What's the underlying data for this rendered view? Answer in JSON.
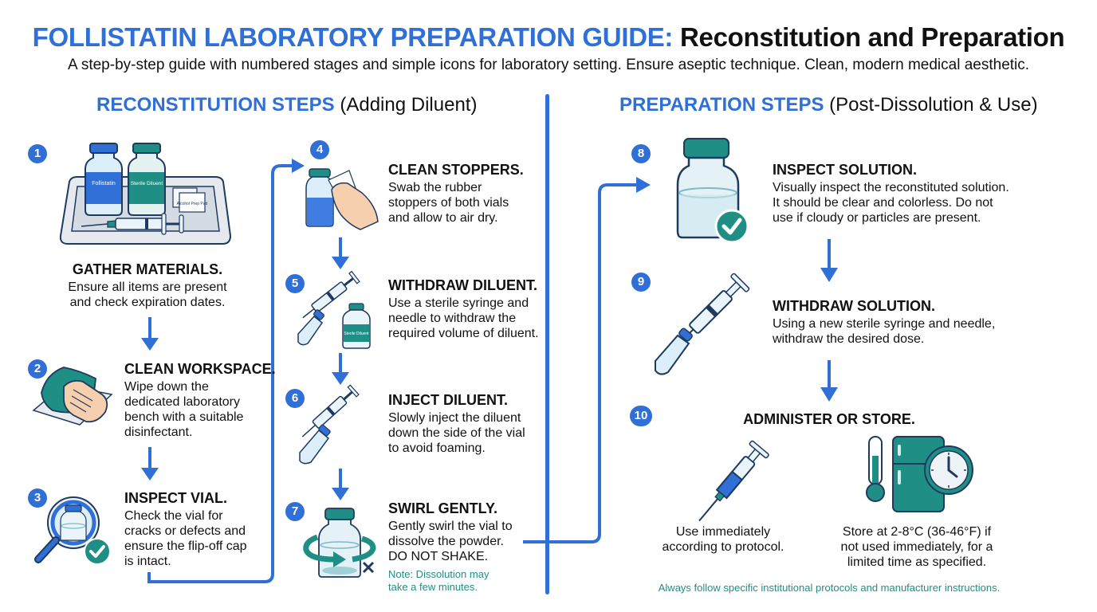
{
  "header": {
    "title_blue": "FOLLISTATIN LABORATORY PREPARATION GUIDE:",
    "title_black": "Reconstitution and Preparation",
    "subtitle": "A step-by-step guide with numbered stages and simple icons for laboratory setting. Ensure aseptic technique. Clean, modern medical aesthetic."
  },
  "sections": {
    "reconstitution": {
      "label_bold": "RECONSTITUTION STEPS",
      "label_plain": "(Adding Diluent)"
    },
    "preparation": {
      "label_bold": "PREPARATION STEPS",
      "label_plain": "(Post-Dissolution & Use)"
    }
  },
  "colors": {
    "accent_blue": "#2f6fd6",
    "teal": "#1f8f85",
    "dark_navy": "#1e3a5f"
  },
  "steps": [
    {
      "number": "1",
      "title": "GATHER MATERIALS.",
      "lines": [
        "Ensure all items are present",
        "and check expiration dates."
      ],
      "icon": "materials-tray-icon",
      "icon_labels": {
        "vial_a": "Follistatin",
        "vial_b": "Sterile Diluent",
        "pad": "Alcohol Prep Pad"
      }
    },
    {
      "number": "2",
      "title": "CLEAN WORKSPACE.",
      "lines": [
        "Wipe down the",
        "dedicated laboratory",
        "bench with a suitable",
        "disinfectant."
      ],
      "icon": "wipe-hand-icon"
    },
    {
      "number": "3",
      "title": "INSPECT VIAL.",
      "lines": [
        "Check the vial for",
        "cracks or defects and",
        "ensure the flip-off cap",
        "is intact."
      ],
      "icon": "magnifier-vial-icon"
    },
    {
      "number": "4",
      "title": "CLEAN STOPPERS.",
      "lines": [
        "Swab the rubber",
        "stoppers of both vials",
        "and allow to air dry."
      ],
      "icon": "swab-vial-icon"
    },
    {
      "number": "5",
      "title": "WITHDRAW DILUENT.",
      "lines": [
        "Use a sterile syringe and",
        "needle to withdraw the",
        "required volume of diluent."
      ],
      "icon": "syringe-withdraw-icon",
      "icon_labels": {
        "vial": "Sterile Diluent"
      }
    },
    {
      "number": "6",
      "title": "INJECT DILUENT.",
      "lines": [
        "Slowly inject the diluent",
        "down the side of the vial",
        "to avoid foaming."
      ],
      "icon": "syringe-inject-icon"
    },
    {
      "number": "7",
      "title": "SWIRL GENTLY.",
      "lines": [
        "Gently swirl the vial to",
        "dissolve the powder.",
        "DO NOT SHAKE."
      ],
      "note_lines": [
        "Note: Dissolution may",
        "take a few minutes."
      ],
      "icon": "swirl-vial-icon"
    },
    {
      "number": "8",
      "title": "INSPECT SOLUTION.",
      "lines": [
        "Visually inspect the reconstituted solution.",
        "It should be clear and colorless. Do not",
        "use if cloudy or particles are present."
      ],
      "icon": "vial-check-icon"
    },
    {
      "number": "9",
      "title": "WITHDRAW SOLUTION.",
      "lines": [
        "Using a new sterile syringe and needle,",
        "withdraw the desired dose."
      ],
      "icon": "syringe-withdraw-icon"
    },
    {
      "number": "10",
      "title": "ADMINISTER OR STORE.",
      "options": [
        {
          "icon": "syringe-icon",
          "lines": [
            "Use immediately",
            "according to protocol."
          ]
        },
        {
          "icon": "fridge-thermometer-clock-icon",
          "lines": [
            "Store at 2-8°C (36-46°F) if",
            "not used immediately, for a",
            "limited time as specified."
          ]
        }
      ]
    }
  ],
  "footer_note": "Always follow specific institutional protocols and manufacturer instructions."
}
